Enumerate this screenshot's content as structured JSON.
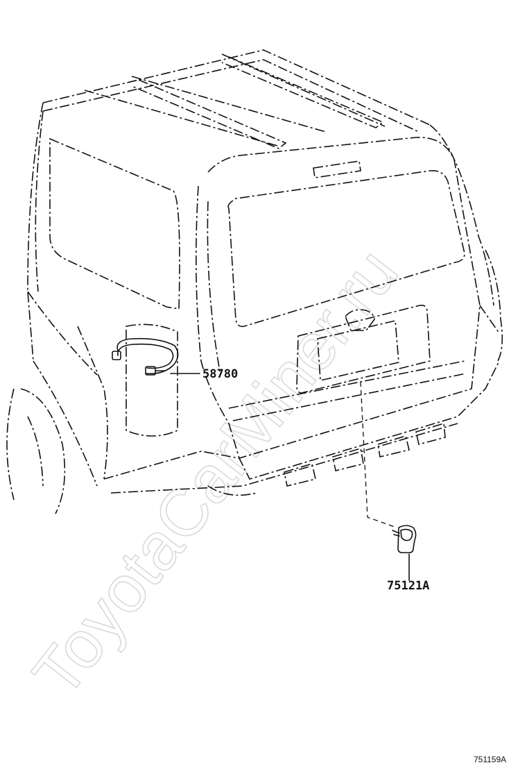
{
  "watermark": "ToyotaCarMiner.ru",
  "parts": [
    {
      "part_number": "58780"
    },
    {
      "part_number": "75121A"
    }
  ],
  "figure_id": "751159A"
}
